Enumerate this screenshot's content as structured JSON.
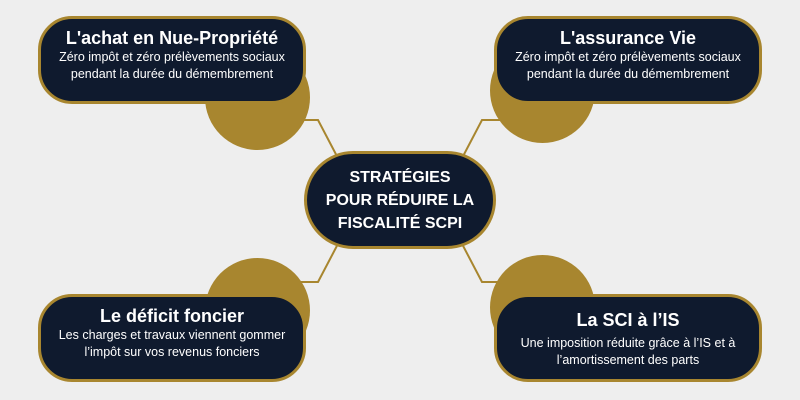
{
  "center": {
    "title": "STRATÉGIES POUR RÉDUIRE LA FISCALITÉ SCPI"
  },
  "nodes": {
    "top_left": {
      "title": "L'achat en Nue-Propriété",
      "description": "Zéro impôt et zéro prélèvements sociaux pendant la durée du démembrement"
    },
    "top_right": {
      "title": "L'assurance Vie",
      "description": "Zéro impôt et zéro prélèvements sociaux pendant la durée du démembrement"
    },
    "bottom_left": {
      "title": "Le déficit foncier",
      "description": "Les charges et travaux viennent gommer l’impôt sur vos revenus fonciers"
    },
    "bottom_right": {
      "title": "La SCI à l’IS",
      "description": "Une imposition réduite grâce à l’IS et à l’amortissement des parts"
    }
  },
  "colors": {
    "background": "#eeeeee",
    "box_fill": "#0f1a2e",
    "accent_gold": "#a8862f",
    "text": "#ffffff"
  }
}
